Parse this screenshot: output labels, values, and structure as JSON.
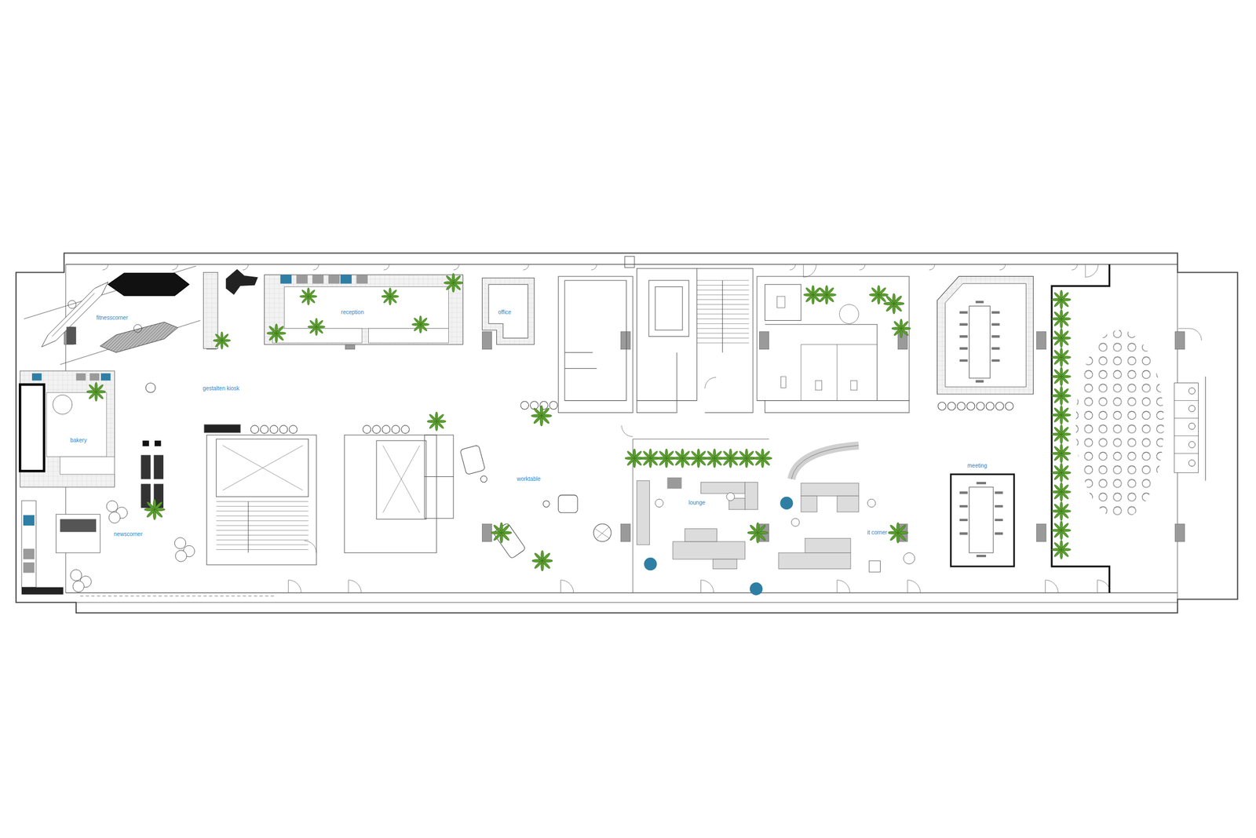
{
  "diagram": {
    "labels": [
      "fitnesscorner",
      "reception",
      "office",
      "gestalten kiosk",
      "bakery",
      "newscorner",
      "worktable",
      "lounge",
      "it corner",
      "meeting"
    ]
  }
}
